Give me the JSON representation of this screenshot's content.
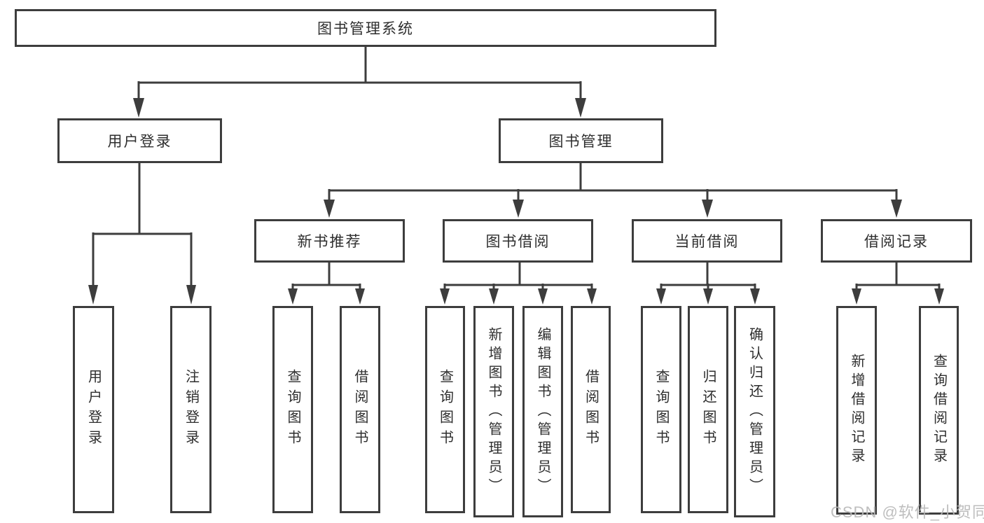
{
  "colors": {
    "line": "#3d3d3d",
    "text": "#2e2e2e",
    "background": "#ffffff",
    "watermark": "#b9b9b9"
  },
  "watermark": {
    "text": "CSDN @软件_小贺同学"
  },
  "tree": {
    "root": {
      "label": "图书管理系统",
      "children": [
        {
          "label": "用户登录",
          "children": [
            {
              "label": "用户登录"
            },
            {
              "label": "注销登录"
            }
          ]
        },
        {
          "label": "图书管理",
          "children": [
            {
              "label": "新书推荐",
              "children": [
                {
                  "label": "查询图书"
                },
                {
                  "label": "借阅图书"
                }
              ]
            },
            {
              "label": "图书借阅",
              "children": [
                {
                  "label": "查询图书"
                },
                {
                  "label": "新增图书（管理员）"
                },
                {
                  "label": "编辑图书（管理员）"
                },
                {
                  "label": "借阅图书"
                }
              ]
            },
            {
              "label": "当前借阅",
              "children": [
                {
                  "label": "查询图书"
                },
                {
                  "label": "归还图书"
                },
                {
                  "label": "确认归还（管理员）"
                }
              ]
            },
            {
              "label": "借阅记录",
              "children": [
                {
                  "label": "新增借阅记录"
                },
                {
                  "label": "查询借阅记录"
                }
              ]
            }
          ]
        }
      ]
    }
  }
}
